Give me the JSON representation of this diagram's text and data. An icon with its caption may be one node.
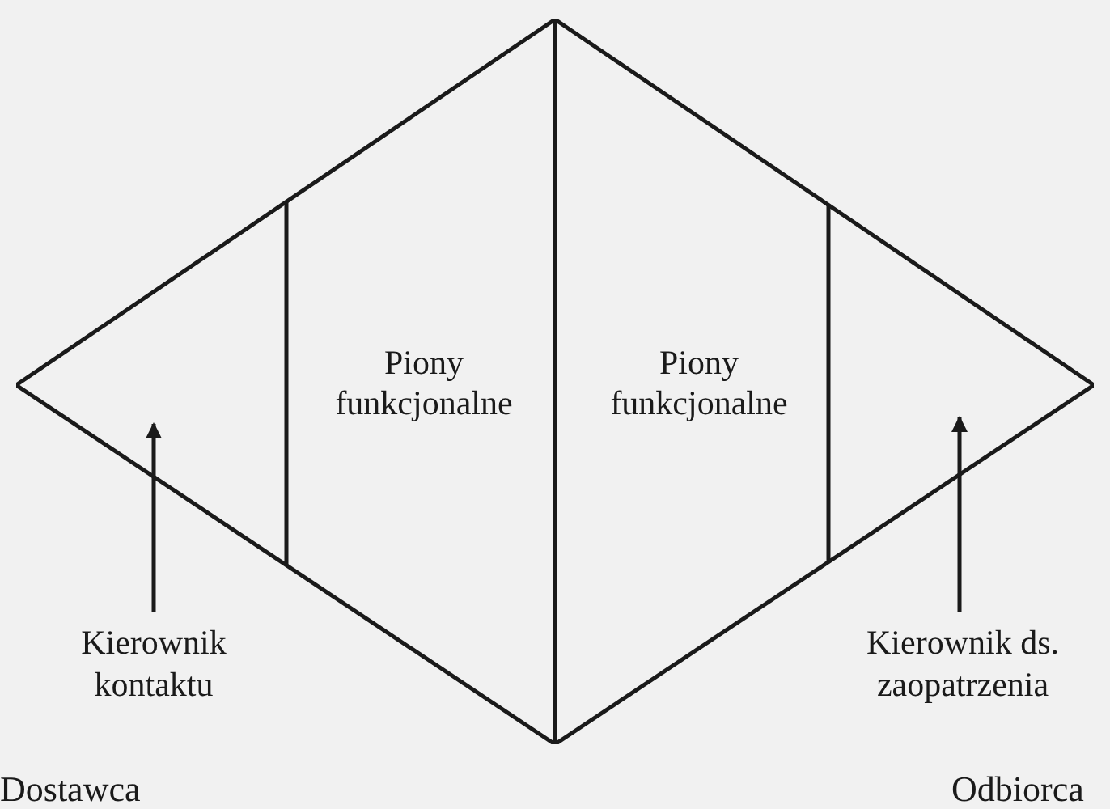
{
  "diagram": {
    "nodes": [
      {
        "text": [
          "Piony funkcjonalne",
          "Piony funkcjonalne"
        ]
      },
      {
        "text": [
          "Kierownik kontaktu"
        ]
      },
      {
        "text": [
          "Kierownik ds. zaopatrzenia"
        ]
      }
    ],
    "edges": [
      {
        "from": 1,
        "to": 0,
        "arrow": "to"
      },
      {
        "from": 2,
        "to": 0,
        "arrow": "to"
      }
    ],
    "labels": [
      "Dostawca",
      "Odbiorca"
    ]
  }
}
